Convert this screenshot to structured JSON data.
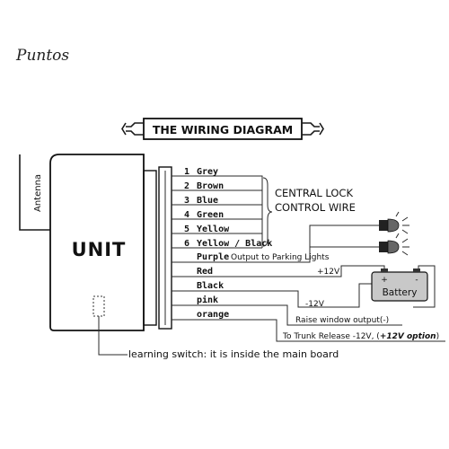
{
  "brand": "Puntos",
  "title": "THE WIRING DIAGRAM",
  "antenna_label": "Antenna",
  "unit_label": "UNIT",
  "wires": [
    {
      "num": "1",
      "label": "Grey"
    },
    {
      "num": "2",
      "label": "Brown"
    },
    {
      "num": "3",
      "label": "Blue"
    },
    {
      "num": "4",
      "label": "Green"
    },
    {
      "num": "5",
      "label": "Yellow"
    },
    {
      "num": "6",
      "label": "Yellow / Black"
    }
  ],
  "wires2": [
    "Purple",
    "Red",
    "Black",
    "pink",
    "orange"
  ],
  "central_lock_1": "CENTRAL LOCK",
  "central_lock_2": "CONTROL WIRE",
  "parking_note": "Output to Parking Lights",
  "plus12": "+12V",
  "minus12": "-12V",
  "battery_label": "Battery",
  "battery_plus": "+",
  "battery_minus": "-",
  "raise_window": "Raise window output(-)",
  "trunk_prefix": "To Trunk Release -12V, (",
  "trunk_option": "+12V option",
  "trunk_suffix": ")",
  "learning_switch": "learning switch: it is  inside the main board"
}
